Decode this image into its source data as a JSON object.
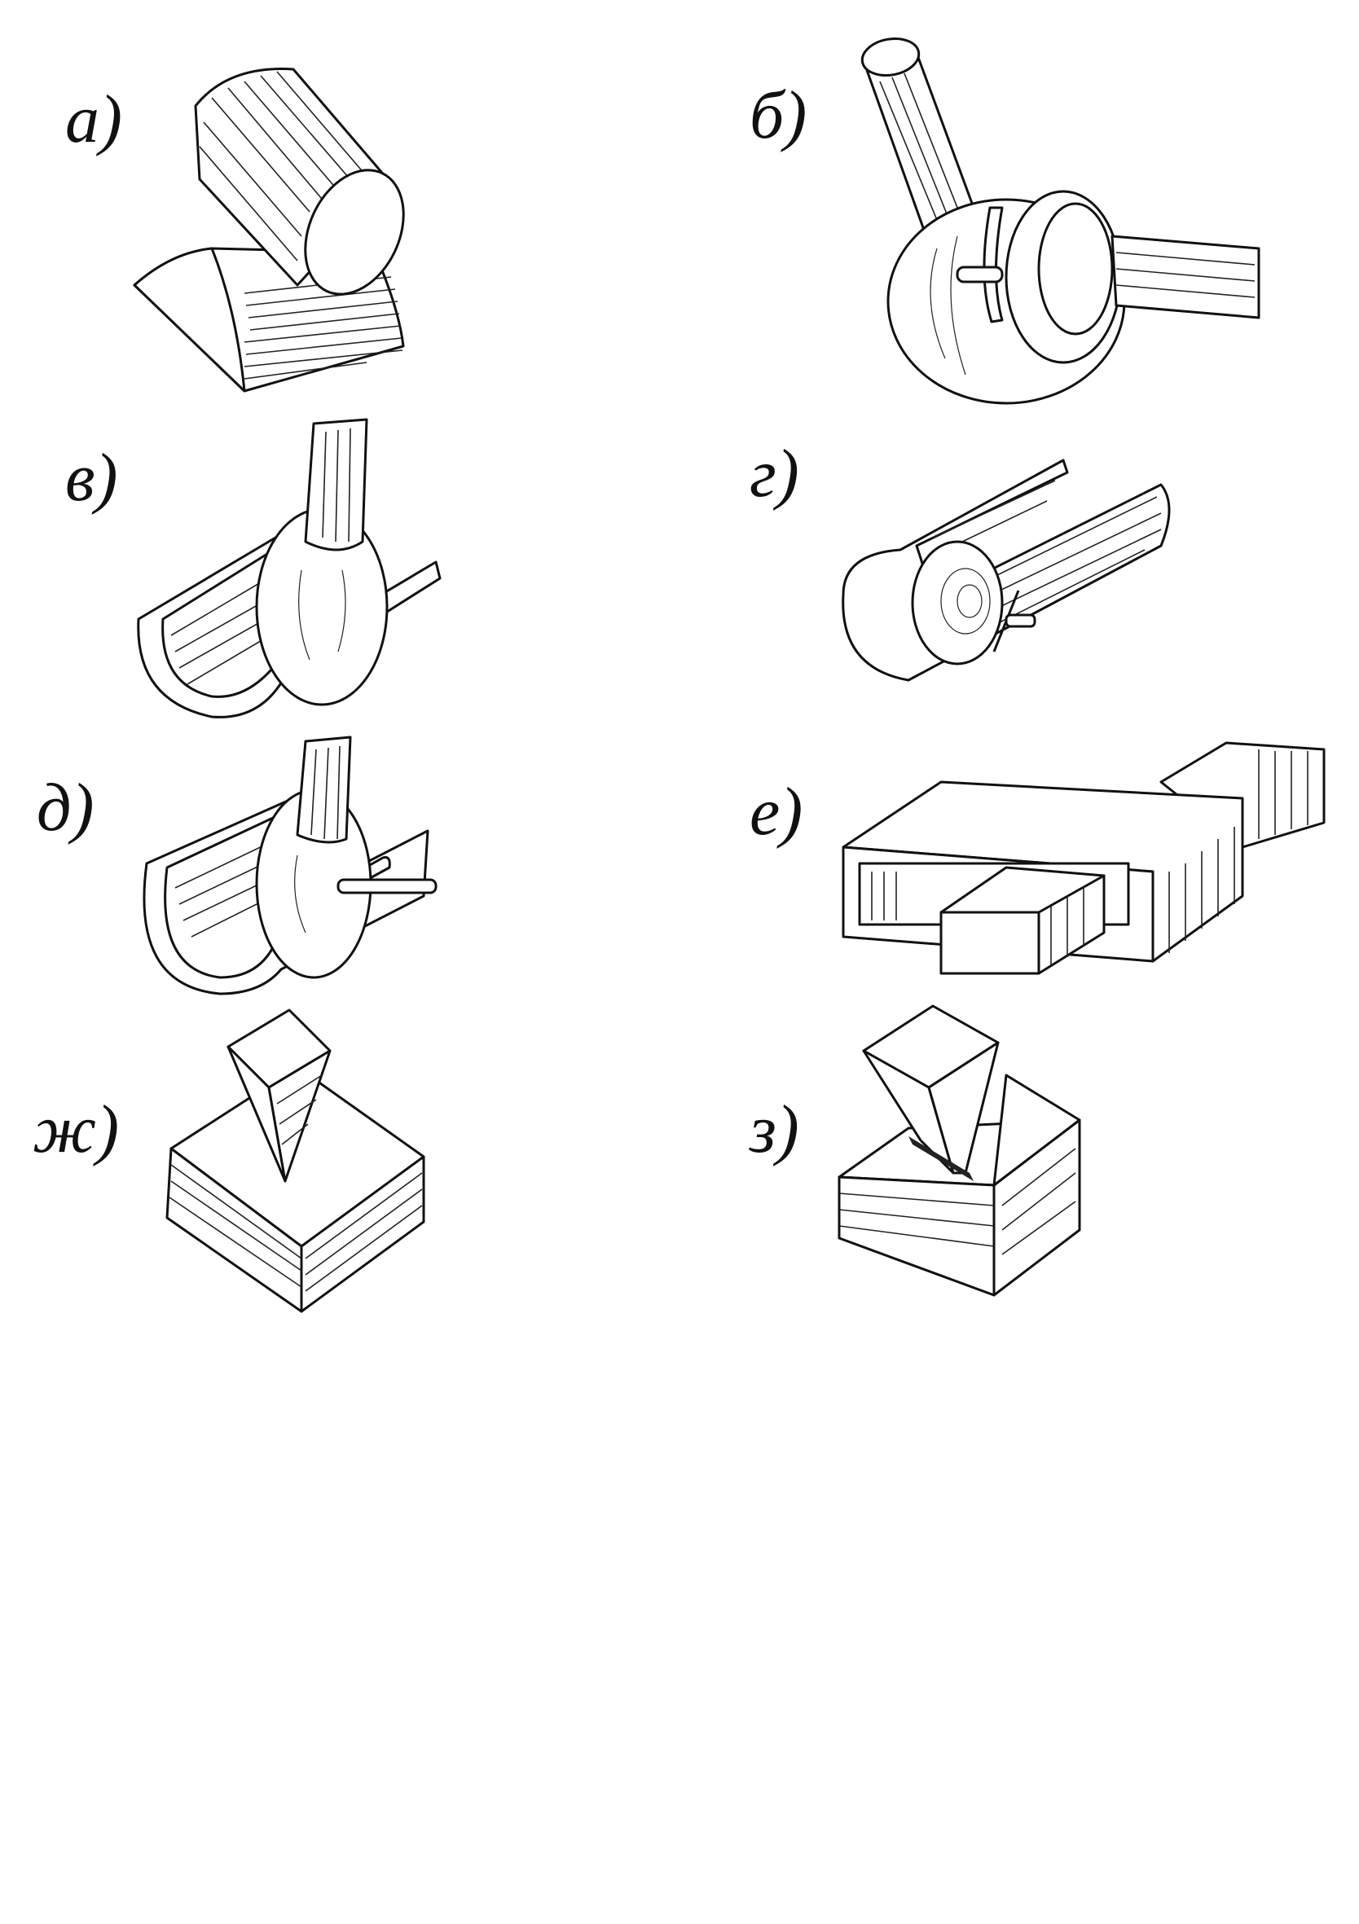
{
  "figure": {
    "panels": [
      {
        "id": "a",
        "label": "а)",
        "subject": "cylinder-on-cylindrical-saddle"
      },
      {
        "id": "b",
        "label": "б)",
        "subject": "ball-joint-with-pin-and-slot"
      },
      {
        "id": "v",
        "label": "в)",
        "subject": "ball-in-half-cylinder"
      },
      {
        "id": "g",
        "label": "г)",
        "subject": "disc-in-slotted-cylinder"
      },
      {
        "id": "d",
        "label": "д)",
        "subject": "ball-in-half-cylinder-with-slot-pin"
      },
      {
        "id": "e",
        "label": "е)",
        "subject": "prismatic-bar-in-frame"
      },
      {
        "id": "zh",
        "label": "ж)",
        "subject": "wedge-point-on-block"
      },
      {
        "id": "z",
        "label": "з)",
        "subject": "wedge-edge-on-block"
      }
    ]
  },
  "colors": {
    "ink": "#111111",
    "paper": "#ffffff"
  }
}
